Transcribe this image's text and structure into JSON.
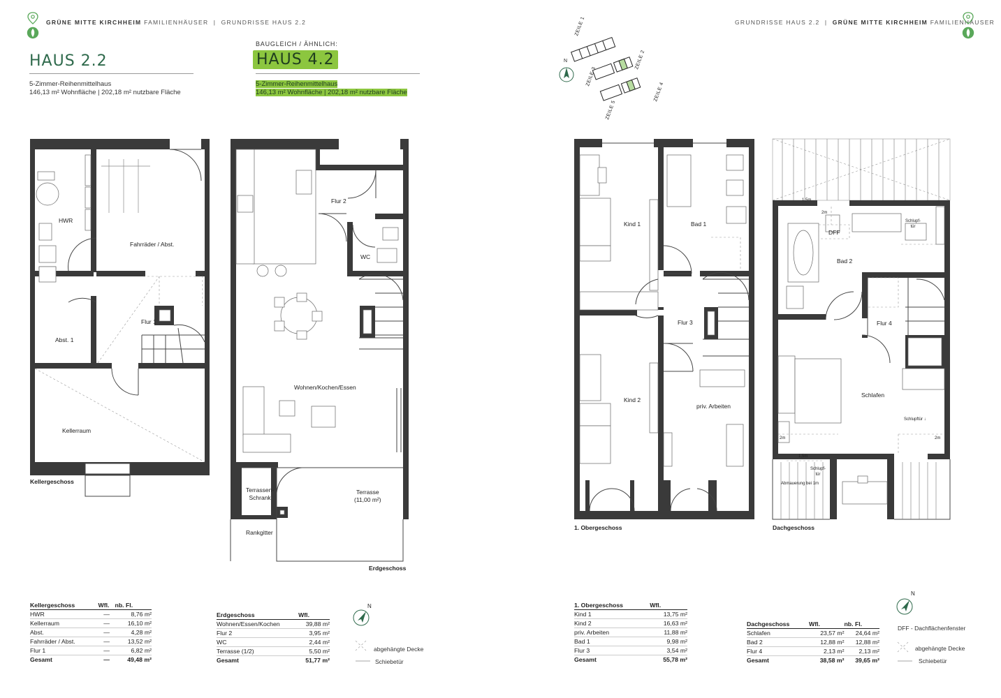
{
  "header_left": {
    "project": "GRÜNE MITTE KIRCHHEIM",
    "suffix": "FAMILIENHÄUSER",
    "section": "GRUNDRISSE HAUS 2.2"
  },
  "header_right": {
    "section": "GRUNDRISSE HAUS 2.2",
    "project": "GRÜNE MITTE KIRCHHEIM",
    "suffix": "FAMILIENHÄUSER"
  },
  "house": {
    "title": "HAUS 2.2",
    "type": "5-Zimmer-Reihenmittelhaus",
    "area": "146,13 m² Wohnfläche | 202,18 m² nutzbare Fläche"
  },
  "similar": {
    "label": "BAUGLEICH / ÄHNLICH:",
    "title": "HAUS 4.2",
    "type": "5-Zimmer-Reihenmittelhaus",
    "area": "146,13 m² Wohnfläche | 202,18 m² nutzbare Fläche"
  },
  "siteplan": {
    "rows": [
      "ZEILE 1",
      "ZEILE 2",
      "ZEILE 3",
      "ZEILE 4",
      "ZEILE 5"
    ],
    "north": "N"
  },
  "floors": {
    "keller": {
      "label": "Kellergeschoss",
      "rooms": {
        "hwr": "HWR",
        "fahrraeder": "Fahrräder / Abst.",
        "abst1": "Abst. 1",
        "flur1": "Flur 1",
        "kellerraum": "Kellerraum"
      }
    },
    "erd": {
      "label": "Erdgeschoss",
      "rooms": {
        "flur2": "Flur 2",
        "wc": "WC",
        "wohnen": "Wohnen/Kochen/Essen",
        "schrank": "Terrassen-\nSchrank",
        "terrasse": "Terrasse\n(11,00 m²)",
        "rankgitter": "Rankgitter"
      }
    },
    "og": {
      "label": "1. Obergeschoss",
      "rooms": {
        "kind1": "Kind 1",
        "bad1": "Bad 1",
        "flur3": "Flur 3",
        "kind2": "Kind 2",
        "arbeiten": "priv. Arbeiten"
      }
    },
    "dg": {
      "label": "Dachgeschoss",
      "rooms": {
        "bad2": "Bad 2",
        "dff": "DFF",
        "flur4": "Flur 4",
        "schlafen": "Schlafen",
        "schlupf1": "Schlupf-\ntür",
        "schlupf2": "Schlupftür ↓",
        "schlupf3": "Schlupf-\ntür",
        "m15a": "1,5m",
        "m15b": "1,5m",
        "m2a": "2m",
        "m2b": "2m",
        "m2c": "2m",
        "abmauerung": "Abmauerung bei 1m"
      }
    }
  },
  "tables": {
    "keller": {
      "headers": [
        "Kellergeschoss",
        "Wfl.",
        "nb. Fl."
      ],
      "rows": [
        [
          "HWR",
          "—",
          "8,76 m²"
        ],
        [
          "Kellerraum",
          "—",
          "16,10 m²"
        ],
        [
          "Abst.",
          "—",
          "4,28 m²"
        ],
        [
          "Fahrräder / Abst.",
          "—",
          "13,52 m²"
        ],
        [
          "Flur 1",
          "—",
          "6,82 m²"
        ]
      ],
      "total": [
        "Gesamt",
        "—",
        "49,48 m²"
      ]
    },
    "erd": {
      "headers": [
        "Erdgeschoss",
        "Wfl."
      ],
      "rows": [
        [
          "Wohnen/Essen/Kochen",
          "39,88 m²"
        ],
        [
          "Flur 2",
          "3,95 m²"
        ],
        [
          "WC",
          "2,44 m²"
        ],
        [
          "Terrasse (1/2)",
          "5,50 m²"
        ]
      ],
      "total": [
        "Gesamt",
        "51,77 m²"
      ]
    },
    "og": {
      "headers": [
        "1. Obergeschoss",
        "Wfl."
      ],
      "rows": [
        [
          "Kind 1",
          "13,75 m²"
        ],
        [
          "Kind 2",
          "16,63 m²"
        ],
        [
          "priv. Arbeiten",
          "11,88 m²"
        ],
        [
          "Bad 1",
          "9,98 m²"
        ],
        [
          "Flur 3",
          "3,54 m²"
        ]
      ],
      "total": [
        "Gesamt",
        "55,78 m²"
      ]
    },
    "dg": {
      "headers": [
        "Dachgeschoss",
        "Wfl.",
        "nb. Fl."
      ],
      "rows": [
        [
          "Schlafen",
          "23,57 m²",
          "24,64 m²"
        ],
        [
          "Bad 2",
          "12,88 m²",
          "12,88 m²"
        ],
        [
          "Flur 4",
          "2,13 m²",
          "2,13 m²"
        ]
      ],
      "total": [
        "Gesamt",
        "38,58 m²",
        "39,65 m²"
      ]
    }
  },
  "legend_left": {
    "north": "N",
    "ceiling": "abgehängte Decke",
    "sliding": "Schiebetür"
  },
  "legend_right": {
    "north": "N",
    "dff": "DFF - Dachflächenfenster",
    "ceiling": "abgehängte Decke",
    "sliding": "Schiebetür"
  },
  "colors": {
    "wall": "#3a3a3a",
    "accent": "#2f6a4c",
    "highlight": "#8cc63f",
    "logo": "#5aa85a"
  }
}
